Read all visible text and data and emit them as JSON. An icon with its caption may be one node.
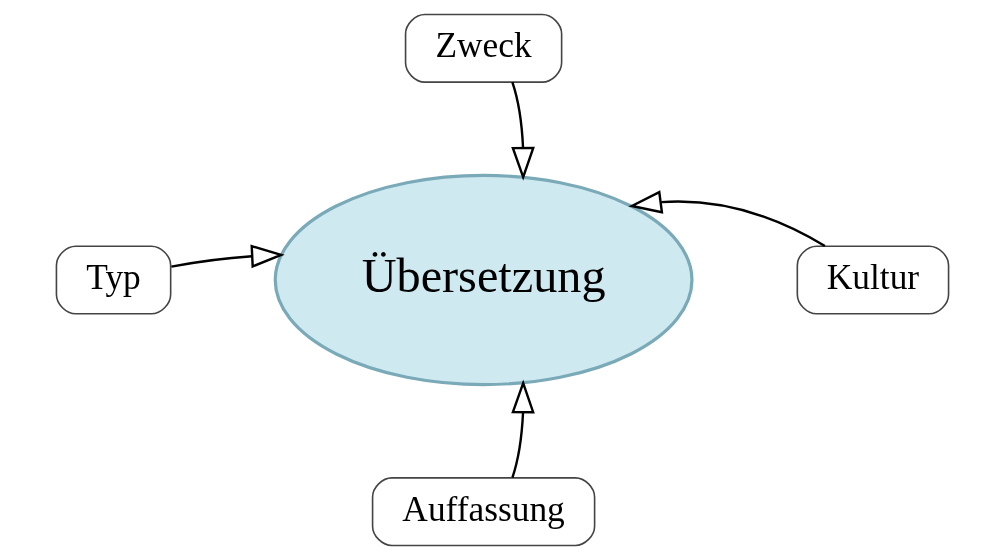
{
  "diagram": {
    "nodes": [
      {
        "text": [
          "Zweck"
        ]
      },
      {
        "text": [
          "Übersetzung"
        ]
      },
      {
        "text": [
          "Kultur"
        ]
      },
      {
        "text": [
          "Typ"
        ]
      },
      {
        "text": [
          "Auffassung"
        ]
      }
    ],
    "edges": [
      {
        "from": 0,
        "to": 1,
        "arrow": "to"
      },
      {
        "from": 2,
        "to": 1,
        "arrow": "to"
      },
      {
        "from": 4,
        "to": 1,
        "arrow": "to"
      },
      {
        "from": 3,
        "to": 1,
        "arrow": "to"
      }
    ]
  }
}
